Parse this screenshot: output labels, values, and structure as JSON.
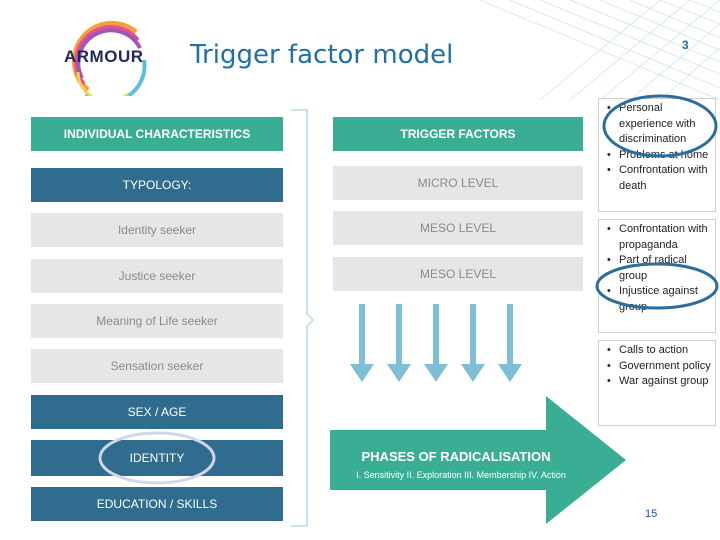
{
  "logo": {
    "name": "ARMOUR"
  },
  "header": {
    "title": "Trigger factor model",
    "page_number": "3"
  },
  "left_column": {
    "header": "INDIVIDUAL CHARACTERISTICS",
    "typology": "TYPOLOGY:",
    "types": [
      "Identity seeker",
      "Justice seeker",
      "Meaning of Life seeker",
      "Sensation seeker"
    ],
    "sex_age": "SEX / AGE",
    "identity": "IDENTITY",
    "education": "EDUCATION / SKILLS"
  },
  "middle_column": {
    "header": "TRIGGER FACTORS",
    "levels": [
      "MICRO LEVEL",
      "MESO LEVEL",
      "MESO LEVEL"
    ],
    "phases_title": "PHASES OF RADICALISATION",
    "phases_subtitle": "I. Sensitivity II. Exploration III. Membership IV. Action"
  },
  "right_panels": [
    {
      "items": [
        "Personal experience with discrimination",
        "Problems at home",
        "Confrontation with death"
      ]
    },
    {
      "items": [
        "Confrontation with propaganda",
        "Part of radical group",
        "Injustice against group"
      ]
    },
    {
      "items": [
        "Calls to action",
        "Government policy",
        "War against group"
      ]
    }
  ],
  "footer": {
    "slide_number": "15"
  },
  "colors": {
    "teal": "#3aae95",
    "dark_blue": "#2f6c8e",
    "light_grey": "#e6e6e6",
    "arrow_blue": "#7fbfd6",
    "title_blue": "#1f6fa8",
    "ellipse_blue": "#2a6f9a"
  }
}
